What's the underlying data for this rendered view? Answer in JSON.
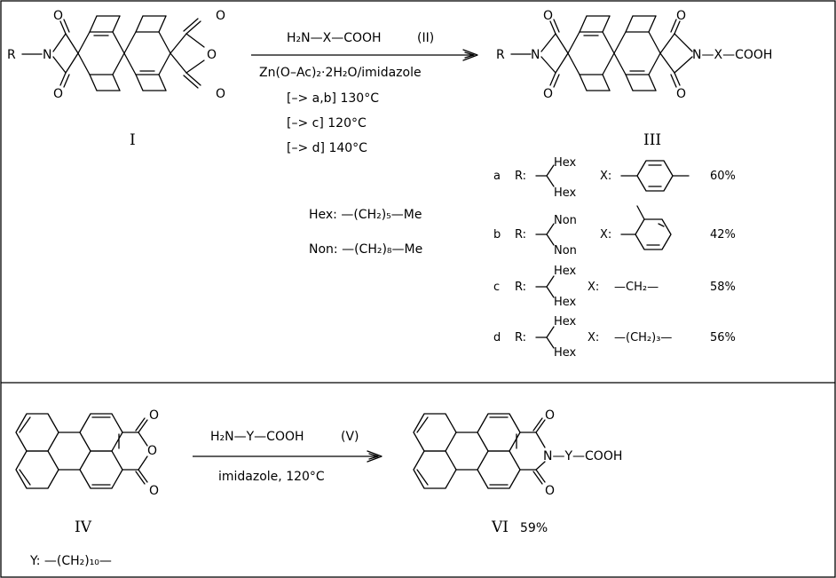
{
  "reaction1": {
    "reagent": "H₂N—X—COOH",
    "reagent_ref": "(II)",
    "conditions": "Zn(O–Ac)₂·2H₂O/imidazole",
    "temps": [
      "[–> a,b]  130°C",
      "[–> c]  120°C",
      "[–> d]  140°C"
    ]
  },
  "compounds": {
    "I": "I",
    "III": "III",
    "IV": "IV",
    "VI": "VI",
    "VI_yield": "59%"
  },
  "atoms": {
    "O": "O",
    "N": "N",
    "R": "R",
    "cooh": "COOH",
    "n_x_cooh": "N—X—COOH",
    "n_y_cooh": "N—Y—COOH"
  },
  "defs": {
    "hex": "Hex: —(CH₂)₅—Me",
    "non": "Non: —(CH₂)₈—Me"
  },
  "variants": [
    {
      "letter": "a",
      "r_label": "R:",
      "sub_top": "Hex",
      "sub_bot": "Hex",
      "x_label": "X:",
      "x_text": "",
      "yield": "60%"
    },
    {
      "letter": "b",
      "r_label": "R:",
      "sub_top": "Non",
      "sub_bot": "Non",
      "x_label": "X:",
      "x_text": "",
      "yield": "42%"
    },
    {
      "letter": "c",
      "r_label": "R:",
      "sub_top": "Hex",
      "sub_bot": "Hex",
      "x_label": "X:",
      "x_text": "—CH₂—",
      "yield": "58%"
    },
    {
      "letter": "d",
      "r_label": "R:",
      "sub_top": "Hex",
      "sub_bot": "Hex",
      "x_label": "X:",
      "x_text": "—(CH₂)₃—",
      "yield": "56%"
    }
  ],
  "reaction2": {
    "reagent": "H₂N—Y—COOH",
    "reagent_ref": "(V)",
    "conditions": "imidazole, 120°C"
  },
  "y_def": "Y: —(CH₂)₁₀—"
}
